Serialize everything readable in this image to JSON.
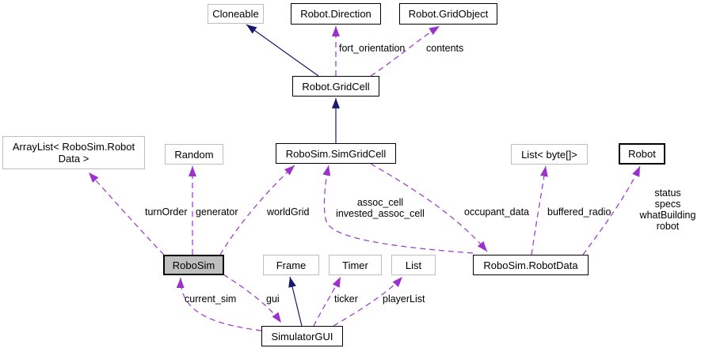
{
  "diagram_type": "collaboration-graph",
  "colors": {
    "background": "#ffffff",
    "inheritance_edge": "#191970",
    "usage_edge": "#9a32cd",
    "external_node_border": "#bebebe",
    "project_node_border": "#000000",
    "focus_node_fill": "#bfbfbf",
    "text": "#000000"
  },
  "nodes": {
    "cloneable": {
      "label": "Cloneable",
      "kind": "external"
    },
    "robot_direction": {
      "label": "Robot.Direction",
      "kind": "project"
    },
    "robot_gridobject": {
      "label": "Robot.GridObject",
      "kind": "project"
    },
    "robot_gridcell": {
      "label": "Robot.GridCell",
      "kind": "project"
    },
    "arraylist_robosim_robotdata": {
      "label": "ArrayList< RoboSim.Robot\nData >",
      "kind": "external"
    },
    "random": {
      "label": "Random",
      "kind": "external"
    },
    "robosim_simgridcell": {
      "label": "RoboSim.SimGridCell",
      "kind": "project"
    },
    "list_byte": {
      "label": "List< byte[]>",
      "kind": "external"
    },
    "robot": {
      "label": "Robot",
      "kind": "project"
    },
    "robosim": {
      "label": "RoboSim",
      "kind": "focus"
    },
    "frame": {
      "label": "Frame",
      "kind": "external"
    },
    "timer": {
      "label": "Timer",
      "kind": "external"
    },
    "list": {
      "label": "List",
      "kind": "external"
    },
    "robosim_robotdata": {
      "label": "RoboSim.RobotData",
      "kind": "project"
    },
    "simulatorgui": {
      "label": "SimulatorGUI",
      "kind": "project"
    }
  },
  "edge_labels": {
    "fort_orientation": "fort_orientation",
    "contents": "contents",
    "turnOrder": "turnOrder",
    "generator": "generator",
    "worldGrid": "worldGrid",
    "assoc_cell": "assoc_cell\ninvested_assoc_cell",
    "occupant_data": "occupant_data",
    "buffered_radio": "buffered_radio",
    "robot_fields": "status\nspecs\nwhatBuilding\nrobot",
    "current_sim": "current_sim",
    "gui": "gui",
    "ticker": "ticker",
    "playerList": "playerList"
  },
  "edges": [
    {
      "from": "robot_gridcell",
      "to": "cloneable",
      "type": "inheritance"
    },
    {
      "from": "robosim_simgridcell",
      "to": "robot_gridcell",
      "type": "inheritance"
    },
    {
      "from": "simulatorgui",
      "to": "frame",
      "type": "inheritance"
    },
    {
      "from": "robot_gridcell",
      "to": "robot_direction",
      "type": "usage",
      "label": "fort_orientation"
    },
    {
      "from": "robot_gridcell",
      "to": "robot_gridobject",
      "type": "usage",
      "label": "contents"
    },
    {
      "from": "robosim",
      "to": "arraylist_robosim_robotdata",
      "type": "usage",
      "label": "turnOrder"
    },
    {
      "from": "robosim",
      "to": "random",
      "type": "usage",
      "label": "generator"
    },
    {
      "from": "robosim",
      "to": "robosim_simgridcell",
      "type": "usage",
      "label": "worldGrid"
    },
    {
      "from": "robosim_robotdata",
      "to": "robosim_simgridcell",
      "type": "usage",
      "label": "assoc_cell"
    },
    {
      "from": "robosim_simgridcell",
      "to": "robosim_robotdata",
      "type": "usage",
      "label": "occupant_data"
    },
    {
      "from": "robosim_robotdata",
      "to": "list_byte",
      "type": "usage",
      "label": "buffered_radio"
    },
    {
      "from": "robosim_robotdata",
      "to": "robot",
      "type": "usage",
      "label": "robot_fields"
    },
    {
      "from": "simulatorgui",
      "to": "robosim",
      "type": "usage",
      "label": "current_sim"
    },
    {
      "from": "robosim",
      "to": "simulatorgui",
      "type": "usage",
      "label": "gui"
    },
    {
      "from": "simulatorgui",
      "to": "timer",
      "type": "usage",
      "label": "ticker"
    },
    {
      "from": "simulatorgui",
      "to": "list",
      "type": "usage",
      "label": "playerList"
    }
  ]
}
